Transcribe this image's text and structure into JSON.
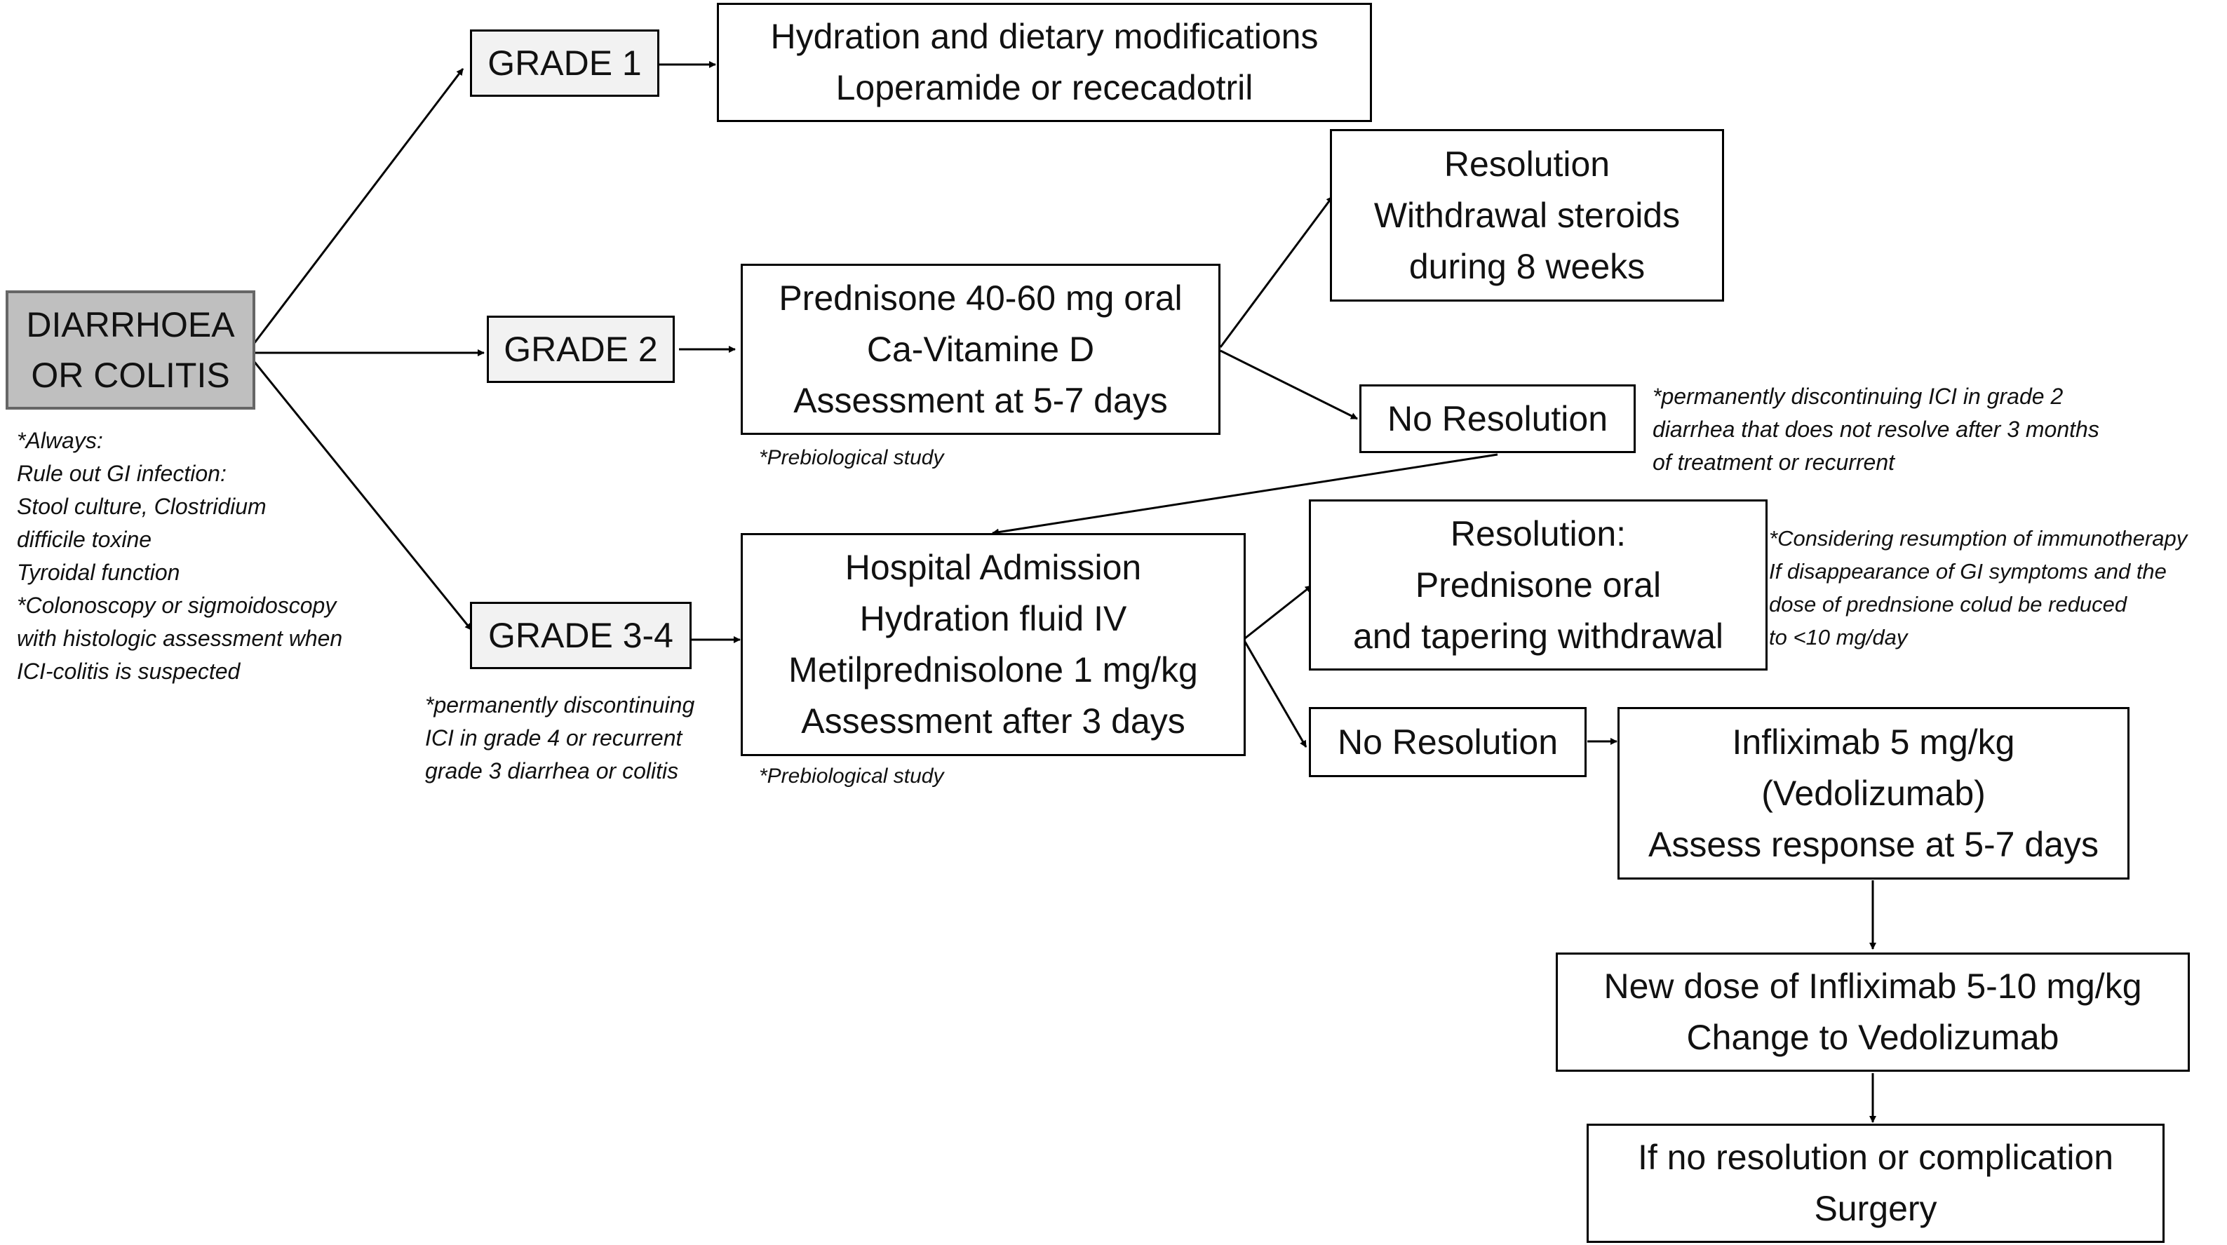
{
  "root": {
    "lines": [
      "DIARRHOEA",
      "OR COLITIS"
    ]
  },
  "grades": {
    "g1": "GRADE 1",
    "g2": "GRADE 2",
    "g34": "GRADE 3-4"
  },
  "grade1_treatment": [
    "Hydration and dietary modifications",
    "Loperamide or rececadotril"
  ],
  "grade2_treatment": [
    "Prednisone 40-60 mg oral",
    "Ca-Vitamine D",
    "Assessment at 5-7 days"
  ],
  "grade2_resolution": [
    "Resolution",
    "Withdrawal steroids",
    "during 8 weeks"
  ],
  "grade2_no_resolution": "No Resolution",
  "grade2_note": [
    "*permanently discontinuing ICI in grade 2",
    "diarrhea that does not resolve after 3  months",
    "of treatment or recurrent"
  ],
  "grade34_treatment": [
    "Hospital Admission",
    "Hydration fluid IV",
    "Metilprednisolone 1 mg/kg",
    "Assessment after 3 days"
  ],
  "grade34_resolution": [
    "Resolution:",
    "Prednisone oral",
    "and tapering withdrawal"
  ],
  "grade34_no_resolution": "No Resolution",
  "resumption_note": [
    "*Considering resumption of immunotherapy",
    "If disappearance of GI symptoms  and the",
    "dose of prednsione colud be reduced",
    "to <10 mg/day"
  ],
  "infliximab": [
    "Infliximab 5 mg/kg",
    "(Vedolizumab)",
    "Assess  response at 5-7 days"
  ],
  "new_dose": [
    "New dose of Infliximab 5-10 mg/kg",
    "Change to Vedolizumab"
  ],
  "surgery": [
    "If no resolution or complication",
    "Surgery"
  ],
  "prebiological_note_1": "*Prebiological study",
  "prebiological_note_2": "*Prebiological study",
  "always_note": [
    "*Always:",
    "Rule out GI infection:",
    "Stool culture, Clostridium",
    "difficile toxine",
    "Tyroidal function",
    "*Colonoscopy or sigmoidoscopy",
    "with histologic assessment when",
    "ICI-colitis is  suspected"
  ],
  "grade4_note": [
    "*permanently discontinuing",
    "ICI in grade 4  or recurrent",
    "grade 3  diarrhea or colitis"
  ]
}
